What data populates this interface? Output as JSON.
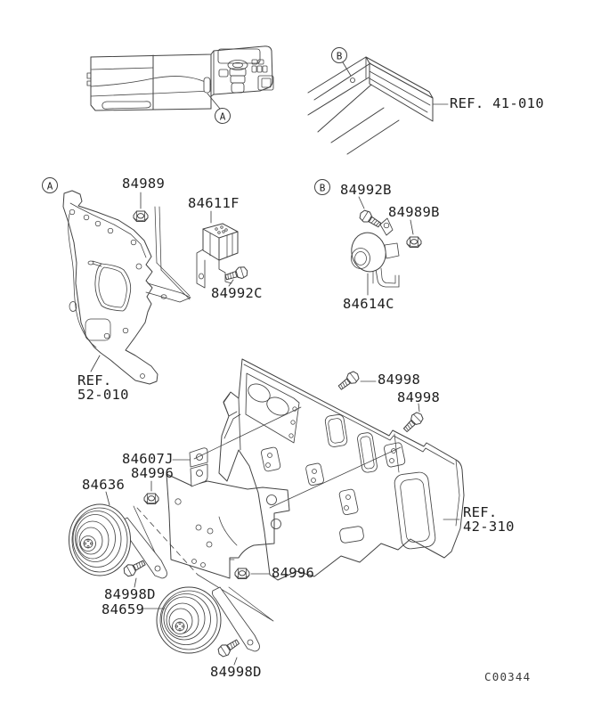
{
  "diagram": {
    "drawing_code": "C00344",
    "colors": {
      "ink": "#424242",
      "text": "#1e1e1e",
      "background": "#ffffff"
    },
    "callouts": {
      "top_a": "A",
      "top_b": "B",
      "sec_a": "A",
      "sec_b": "B"
    },
    "refs": {
      "r41": "REF. 41-010",
      "r52_1": "REF.",
      "r52_2": "52-010",
      "r42_1": "REF.",
      "r42_2": "42-310"
    },
    "parts": {
      "p84989": "84989",
      "p84611f": "84611F",
      "p84992c": "84992C",
      "p84992b": "84992B",
      "p84989b": "84989B",
      "p84614c": "84614C",
      "p84998a": "84998",
      "p84998b": "84998",
      "p84607j": "84607J",
      "p84996a": "84996",
      "p84636": "84636",
      "p84998da": "84998D",
      "p84659": "84659",
      "p84996b": "84996",
      "p84998db": "84998D"
    }
  }
}
